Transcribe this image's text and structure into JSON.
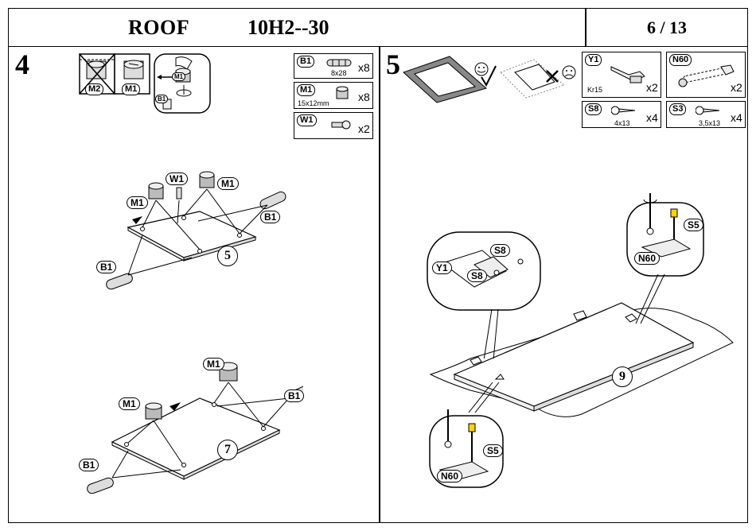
{
  "header": {
    "title": "ROOF",
    "code": "10H2--30",
    "page": "6 / 13"
  },
  "step4": {
    "number": "4",
    "legend_tags": [
      "M2",
      "M1"
    ],
    "inset_tags": [
      "M1",
      "B1"
    ],
    "parts": [
      {
        "tag": "B1",
        "spec": "8x28",
        "qty": "x8"
      },
      {
        "tag": "M1",
        "spec": "15x12mm",
        "qty": "x8"
      },
      {
        "tag": "W1",
        "spec": "",
        "qty": "x2"
      }
    ],
    "upper": {
      "panel": "5",
      "labels": [
        "W1",
        "M1",
        "M1",
        "B1",
        "B1"
      ]
    },
    "lower": {
      "panel": "7",
      "labels": [
        "M1",
        "M1",
        "B1",
        "B1"
      ]
    }
  },
  "step5": {
    "number": "5",
    "parts": [
      {
        "tag": "Y1",
        "spec": "Kr15",
        "qty": "x2"
      },
      {
        "tag": "N60",
        "spec": "",
        "qty": "x2"
      },
      {
        "tag": "S8",
        "spec": "4x13",
        "qty": "x4"
      },
      {
        "tag": "S3",
        "spec": "3,5x13",
        "qty": "x4"
      }
    ],
    "callout_hinge": [
      "S8",
      "Y1",
      "S8"
    ],
    "callout_top": [
      "S5",
      "N60"
    ],
    "callout_bottom": [
      "S5",
      "N60"
    ],
    "panel": "9"
  }
}
